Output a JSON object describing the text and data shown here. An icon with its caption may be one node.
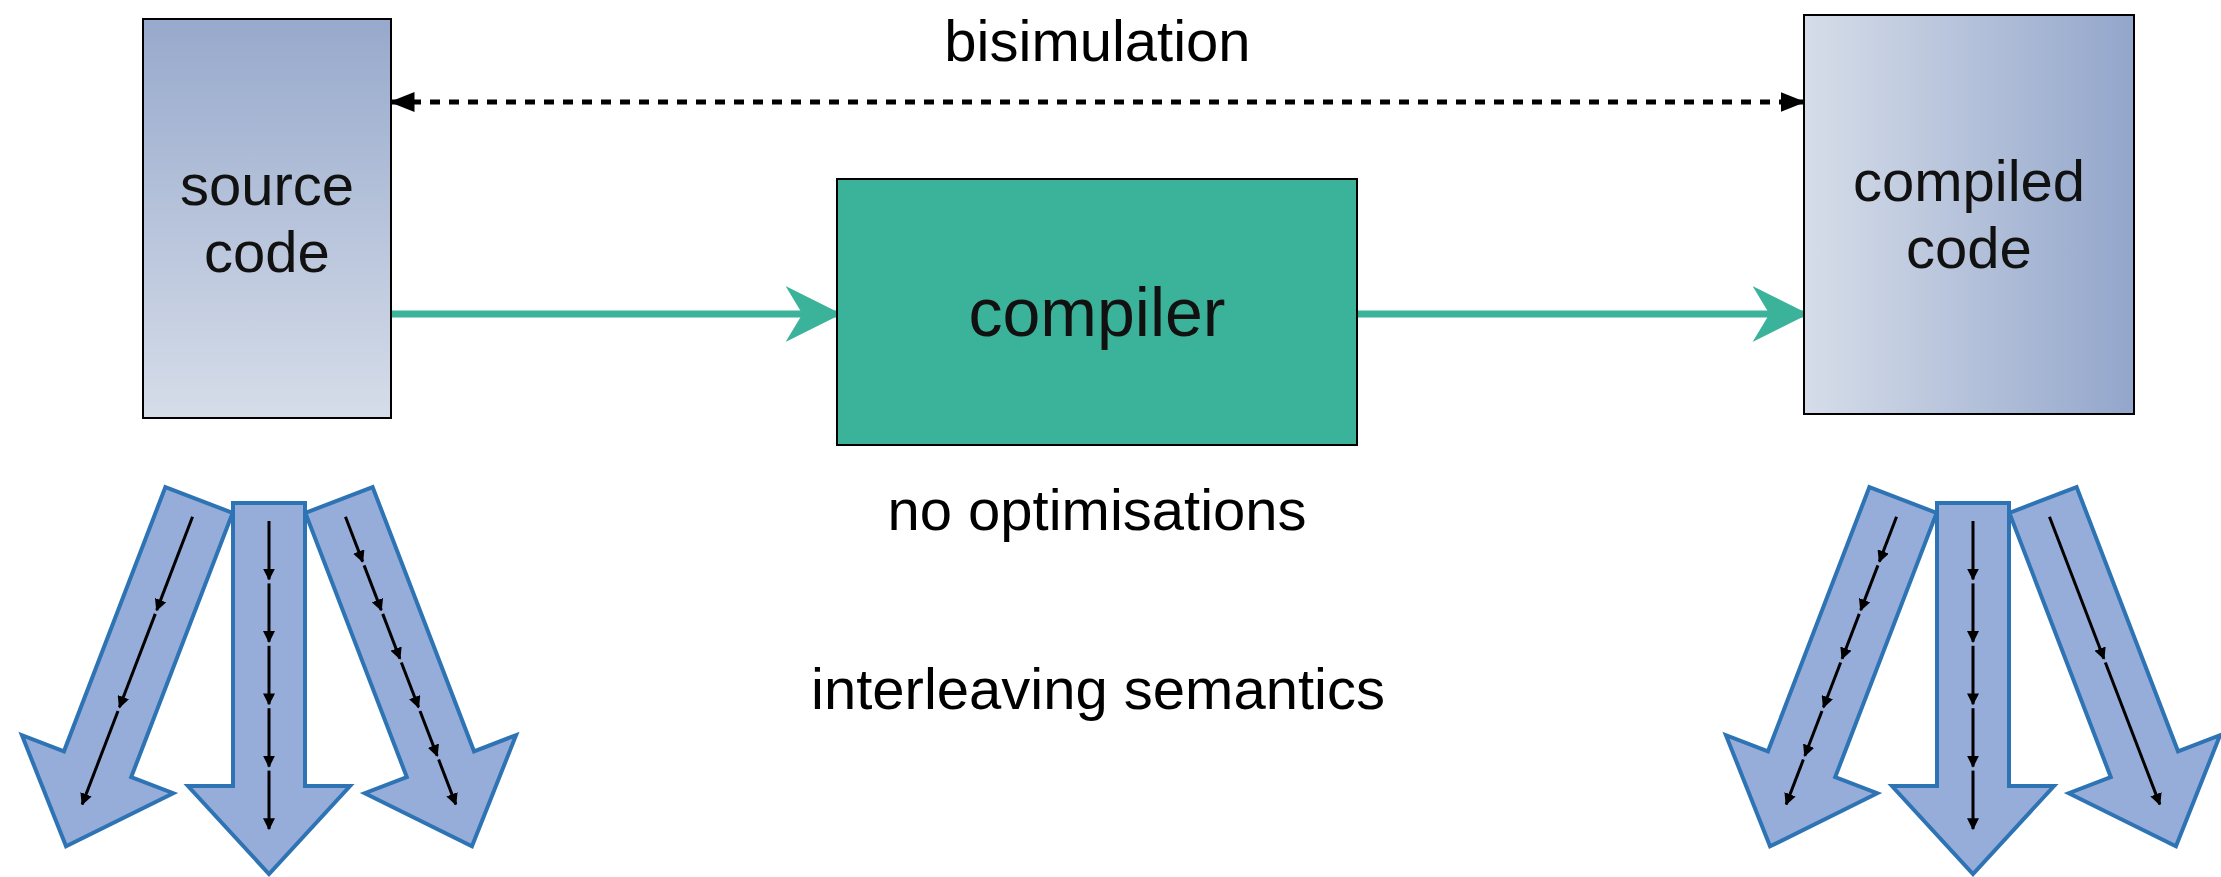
{
  "diagram": {
    "nodes": [
      {
        "text": [
          "source code"
        ]
      },
      {
        "text": [
          "compiler"
        ],
        "beside": [
          "no optimisations"
        ]
      },
      {
        "text": [
          "compiled code"
        ]
      }
    ],
    "edges": [
      {
        "from": 0,
        "to": 2,
        "arrow": "both",
        "label": "bisimulation",
        "style": "dashed",
        "color": "#000000"
      },
      {
        "from": 0,
        "to": 1,
        "arrow": "to",
        "color": "#3bb39b"
      },
      {
        "from": 1,
        "to": 2,
        "arrow": "to",
        "color": "#3bb39b"
      }
    ],
    "labels": [
      "interleaving semantics"
    ]
  }
}
